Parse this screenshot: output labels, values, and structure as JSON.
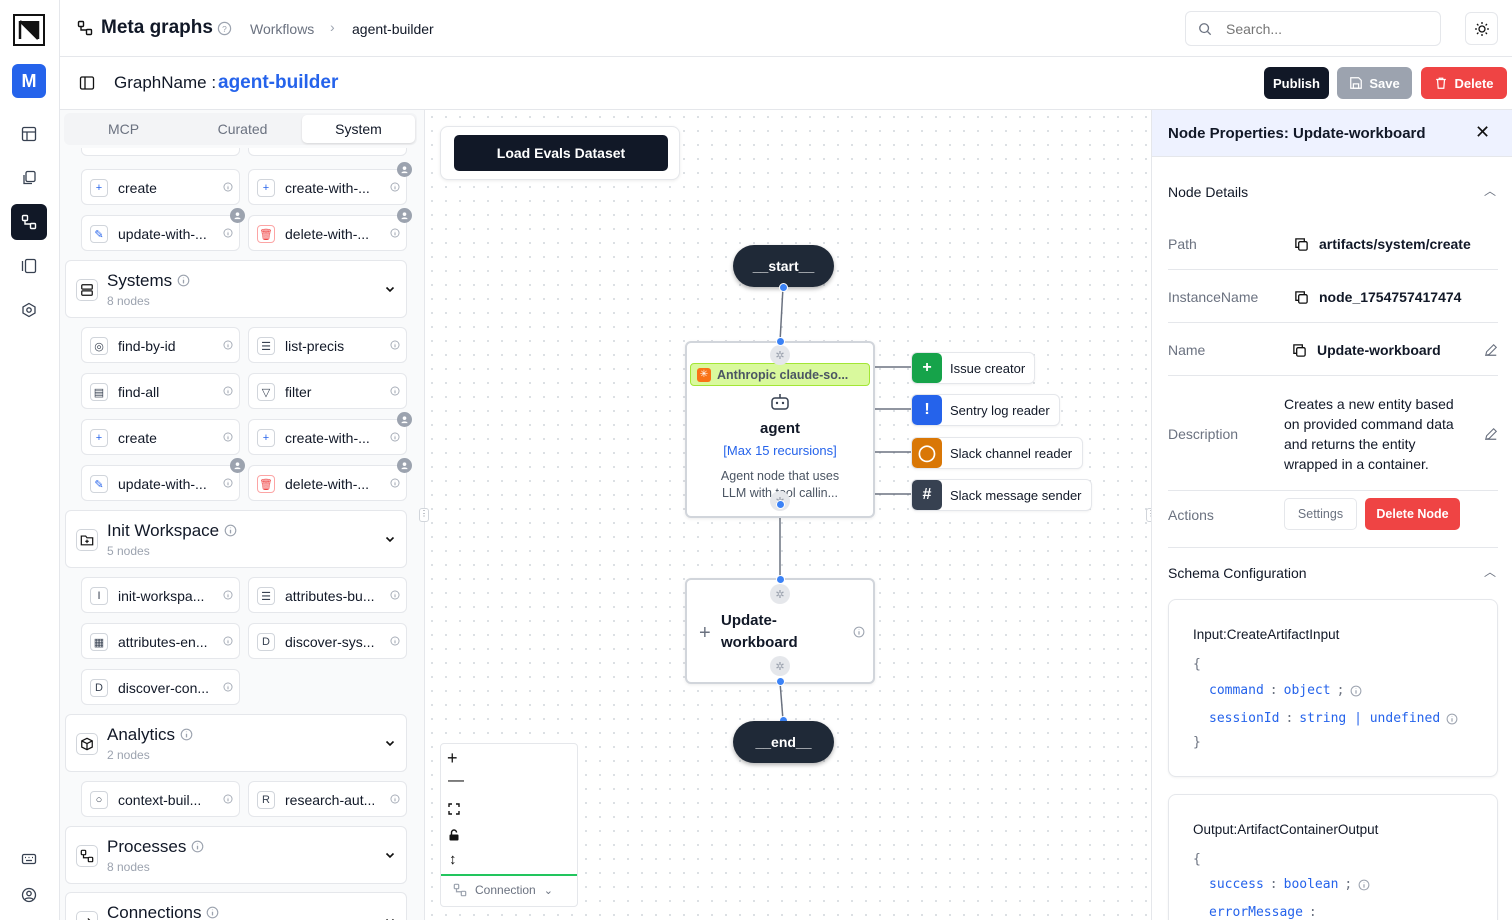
{
  "header": {
    "title": "Meta graphs",
    "breadcrumb": [
      "Workflows",
      "agent-builder"
    ],
    "search_placeholder": "Search..."
  },
  "rail": {
    "avatar_letter": "M"
  },
  "subheader": {
    "graph_label": "GraphName :",
    "graph_name": "agent-builder",
    "publish_label": "Publish",
    "save_label": "Save",
    "delete_label": "Delete"
  },
  "palette": {
    "tabs": [
      "MCP",
      "Curated",
      "System"
    ],
    "selected_tab": "System",
    "top_chips": [
      {
        "label": "create",
        "icon": "plus-icon"
      },
      {
        "label": "create-with-...",
        "icon": "plus-icon",
        "badge": true
      },
      {
        "label": "update-with-...",
        "icon": "edit-icon",
        "badge": true
      },
      {
        "label": "delete-with-...",
        "icon": "trash-icon",
        "badge": true
      }
    ],
    "groups": [
      {
        "title": "Systems",
        "subtitle": "8 nodes",
        "icon": "server-icon",
        "chips": [
          {
            "label": "find-by-id",
            "icon": "target-icon"
          },
          {
            "label": "list-precis",
            "icon": "list-icon"
          },
          {
            "label": "find-all",
            "icon": "database-icon"
          },
          {
            "label": "filter",
            "icon": "filter-icon"
          },
          {
            "label": "create",
            "icon": "plus-icon"
          },
          {
            "label": "create-with-...",
            "icon": "plus-icon",
            "badge": true
          },
          {
            "label": "update-with-...",
            "icon": "edit-icon",
            "badge": true
          },
          {
            "label": "delete-with-...",
            "icon": "trash-icon",
            "badge": true
          }
        ]
      },
      {
        "title": "Init Workspace",
        "subtitle": "5 nodes",
        "icon": "folder-plus-icon",
        "chips": [
          {
            "label": "init-workspa...",
            "icon": "letter-i-icon",
            "letter": "I"
          },
          {
            "label": "attributes-bu...",
            "icon": "list-icon"
          },
          {
            "label": "attributes-en...",
            "icon": "document-icon"
          },
          {
            "label": "discover-sys...",
            "icon": "letter-d-icon",
            "letter": "D"
          },
          {
            "label": "discover-con...",
            "icon": "letter-d-icon",
            "letter": "D"
          }
        ]
      },
      {
        "title": "Analytics",
        "subtitle": "2 nodes",
        "icon": "box-icon",
        "chips": [
          {
            "label": "context-buil...",
            "icon": "circle-icon"
          },
          {
            "label": "research-aut...",
            "icon": "letter-r-icon",
            "letter": "R"
          }
        ]
      },
      {
        "title": "Processes",
        "subtitle": "8 nodes",
        "icon": "workflow-icon",
        "chips": []
      },
      {
        "title": "Connections",
        "subtitle": "",
        "icon": "arrow-right-icon",
        "chips": []
      }
    ]
  },
  "canvas": {
    "load_evals_label": "Load Evals Dataset",
    "start_label": "__start__",
    "end_label": "__end__",
    "agent_node": {
      "model_badge": "Anthropic claude-so...",
      "title": "agent",
      "recursions": "[Max 15 recursions]",
      "description_line1": "Agent node that uses",
      "description_line2": "LLM with tool callin..."
    },
    "tools": [
      {
        "label": "Issue creator",
        "color": "#16a34a",
        "icon": "plus-icon"
      },
      {
        "label": "Sentry log reader",
        "color": "#2563eb",
        "icon": "alert-icon"
      },
      {
        "label": "Slack channel reader",
        "color": "#d97706",
        "icon": "message-icon"
      },
      {
        "label": "Slack message sender",
        "color": "#374151",
        "icon": "slack-icon"
      }
    ],
    "update_node": {
      "title_line1": "Update-",
      "title_line2": "workboard"
    },
    "connection_label": "Connection"
  },
  "properties": {
    "title": "Node Properties: Update-workboard",
    "node_details_label": "Node Details",
    "path_label": "Path",
    "path_value": "artifacts/system/create",
    "instance_label": "InstanceName",
    "instance_value": "node_1754757417474",
    "name_label": "Name",
    "name_value": "Update-workboard",
    "description_label": "Description",
    "description_lines": [
      "Creates a new entity based",
      "on provided command data",
      "and returns the entity",
      "wrapped in a container."
    ],
    "actions_label": "Actions",
    "settings_label": "Settings",
    "delete_node_label": "Delete Node",
    "schema_label": "Schema Configuration",
    "input_title": "Input:CreateArtifactInput",
    "input_fields": [
      {
        "name": "command",
        "type": "object"
      },
      {
        "name": "sessionId",
        "type": "string | undefined"
      }
    ],
    "output_title": "Output:ArtifactContainerOutput",
    "output_fields": [
      {
        "name": "success",
        "type": "boolean"
      },
      {
        "name": "errorMessage",
        "type": ""
      }
    ]
  },
  "colors": {
    "accent": "#2563eb",
    "danger": "#ef4444",
    "dark": "#111827",
    "model_badge_bg": "#d9f99d"
  }
}
